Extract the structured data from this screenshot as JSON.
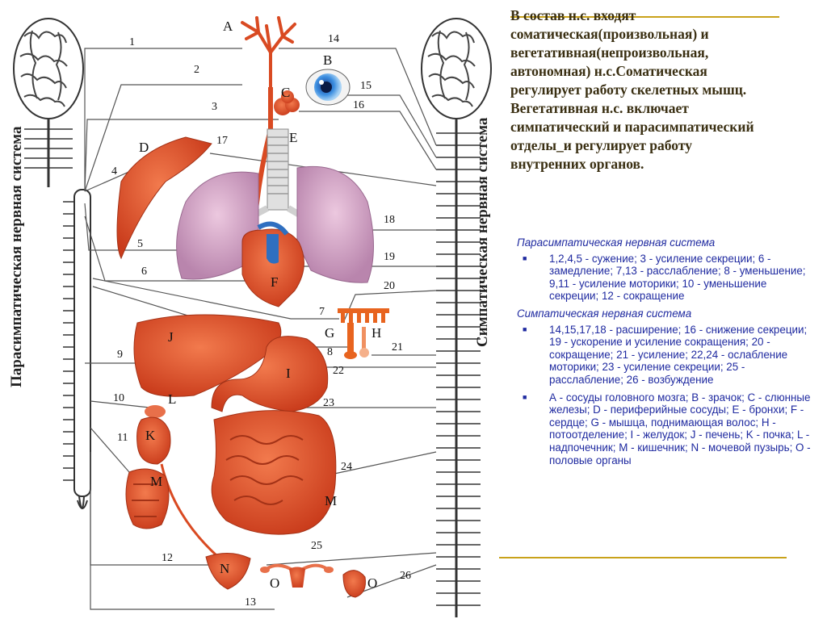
{
  "figure": {
    "vertical_title_left": "Парасимпатическая нервная система",
    "vertical_title_right": "Симпатическая нервная система",
    "organ_letters": [
      "A",
      "B",
      "C",
      "D",
      "E",
      "F",
      "G",
      "H",
      "J",
      "I",
      "L",
      "K",
      "M",
      "M",
      "N",
      "O",
      "O"
    ],
    "nerve_numbers": [
      "1",
      "2",
      "3",
      "4",
      "5",
      "6",
      "7",
      "8",
      "9",
      "10",
      "11",
      "12",
      "13",
      "14",
      "15",
      "16",
      "17",
      "18",
      "19",
      "20",
      "21",
      "22",
      "23",
      "24",
      "25",
      "26"
    ]
  },
  "intro": {
    "line1": "В состав н.с. входят",
    "line2": "соматическая(произвольная) и",
    "line3": "вегетативная(непроизвольная,",
    "line4": "автономная) н.с.Соматическая",
    "line5": "регулирует работу скелетных мышц.",
    "line6": "Вегетативная н.с. включает",
    "line7": "симпатический  и парасимпатический",
    "line8": "отделы_и регулирует работу",
    "line9": "внутренних органов."
  },
  "legend": {
    "para_title": "Парасимпатическая нервная система",
    "para_text": "1,2,4,5 - сужение; 3 - усиление секреции; 6 - замедление; 7,13 - расслабление; 8 - уменьшение; 9,11 - усиление моторики; 10 - уменьшение секреции; 12 - сокращение",
    "symp_title": "Симпатическая нервная система",
    "symp_text": "14,15,17,18 - расширение; 16 - снижение секреции; 19 - ускорение и усиление сокращения; 20 - сокращение; 21 - усиление; 22,24 - ослабление моторики; 23 - усиление секреции; 25 - расслабление; 26 - возбуждение",
    "letters_text": "А - сосуды головного мозга; В - зрачок; С - слюнные железы; D - периферийные сосуды; E - бронхи; F - сердце; G - мышца, поднимающая волос; H - потоотделение; I - желудок; J - печень; K - почка; L - надпочечник; M - кишечник; N - мочевой пузырь; O - половые органы",
    "bullet": "■"
  },
  "colors": {
    "organ_red": "#e2502a",
    "organ_dark": "#b8361a",
    "lung_pink": "#d7a7c9",
    "heart_blue": "#2f6fc0",
    "brain_gray": "#777777",
    "intro_text": "#3a2f12",
    "legend_text": "#1f2aa0",
    "rule_gold": "#c9a21a"
  }
}
